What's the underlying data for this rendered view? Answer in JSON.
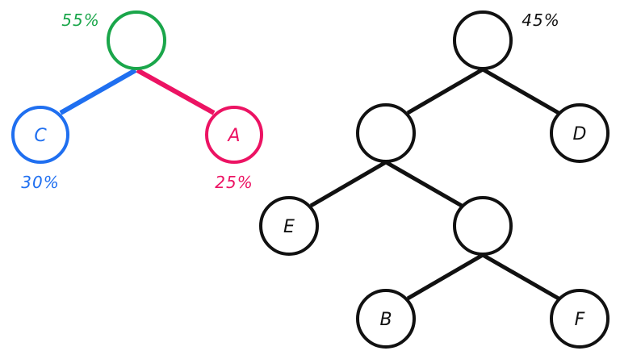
{
  "colors": {
    "green": "#1aa64a",
    "blue": "#1f6ff0",
    "pink": "#ec1363",
    "black": "#111111"
  },
  "left_tree": {
    "root": {
      "label": "",
      "percent": "55%"
    },
    "left": {
      "label": "C",
      "percent": "30%"
    },
    "right": {
      "label": "A",
      "percent": "25%"
    }
  },
  "right_tree": {
    "root": {
      "label": "",
      "percent": "45%"
    },
    "n1": {
      "label": ""
    },
    "d": {
      "label": "D"
    },
    "e": {
      "label": "E"
    },
    "n2": {
      "label": ""
    },
    "b": {
      "label": "B"
    },
    "f": {
      "label": "F"
    }
  }
}
